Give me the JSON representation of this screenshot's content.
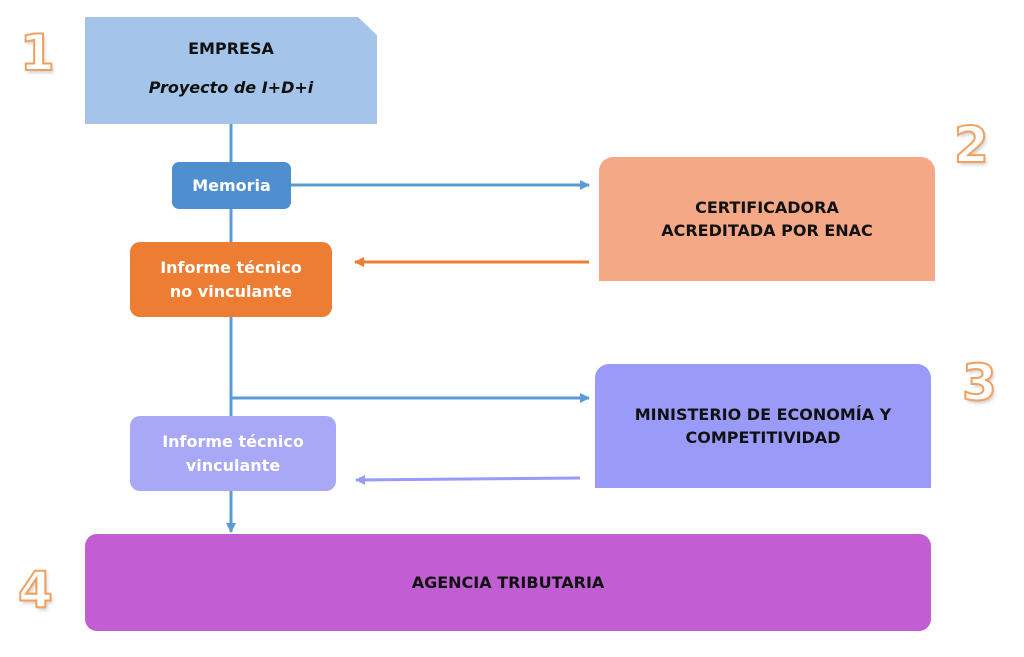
{
  "steps": [
    "1",
    "2",
    "3",
    "4"
  ],
  "empresa": {
    "title": "EMPRESA",
    "subtitle": "Proyecto de I+D+i"
  },
  "memoria": "Memoria",
  "informe_no_vinculante": {
    "line1": "Informe técnico",
    "line2": "no vinculante"
  },
  "informe_vinculante": {
    "line1": "Informe técnico",
    "line2": "vinculante"
  },
  "certificadora": {
    "line1": "CERTIFICADORA",
    "line2": "ACREDITADA POR ENAC"
  },
  "ministerio": {
    "line1": "MINISTERIO DE ECONOMÍA Y",
    "line2": "COMPETITIVIDAD"
  },
  "agencia": "AGENCIA TRIBUTARIA",
  "colors": {
    "empresa": "#a4c4ea",
    "memoria": "#4f8fcf",
    "informe_no_vinculante": "#ec7d33",
    "certificadora": "#f4a886",
    "ministerio": "#9a9af8",
    "informe_vinculante": "#a8a8f6",
    "agencia": "#c25ed4",
    "step_number": "#f0a060",
    "connector_blue": "#5b9bd5",
    "connector_orange": "#ec7d33",
    "connector_purple": "#9a9af8"
  }
}
